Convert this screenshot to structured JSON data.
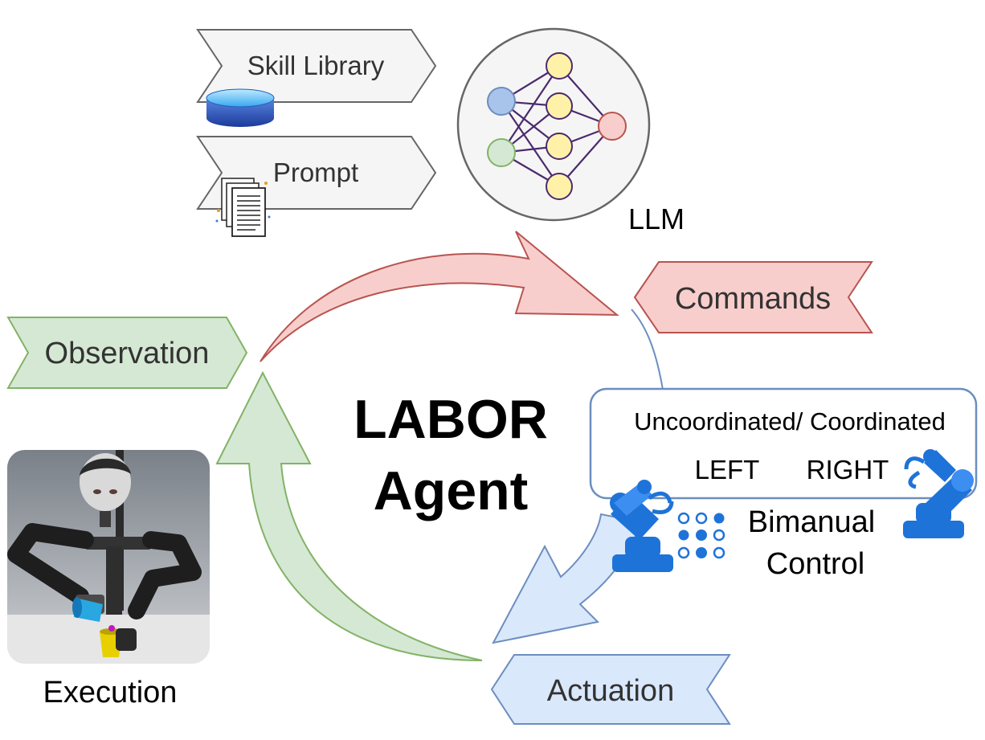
{
  "inputs": {
    "skill_library": "Skill Library",
    "prompt": "Prompt"
  },
  "llm": {
    "label": "LLM"
  },
  "loop": {
    "commands": "Commands",
    "observation": "Observation",
    "actuation": "Actuation",
    "execution": "Execution"
  },
  "center": {
    "line1": "LABOR",
    "line2": "Agent"
  },
  "control_box": {
    "mode": "Uncoordinated/ Coordinated",
    "left": "LEFT",
    "right": "RIGHT",
    "bimanual_line1": "Bimanual",
    "bimanual_line2": "Control"
  },
  "colors": {
    "red_fill": "#f8cecc",
    "red_stroke": "#b85450",
    "green_fill": "#d5e8d4",
    "green_stroke": "#82b366",
    "blue_fill": "#dae8fc",
    "blue_stroke": "#6c8ebf",
    "gray_fill": "#f5f5f5",
    "gray_stroke": "#666666",
    "robot_blue": "#1e73d8",
    "node_yellow": "#fff2a8",
    "node_blue": "#a9c4eb",
    "node_green": "#d5e8d4",
    "node_red": "#f8cecc",
    "edge_purple": "#4b2a6e"
  },
  "icons": [
    "database-icon",
    "document-stack-icon",
    "neural-network-icon",
    "robot-arm-icon",
    "dot-grid-icon",
    "humanoid-robot-image"
  ]
}
